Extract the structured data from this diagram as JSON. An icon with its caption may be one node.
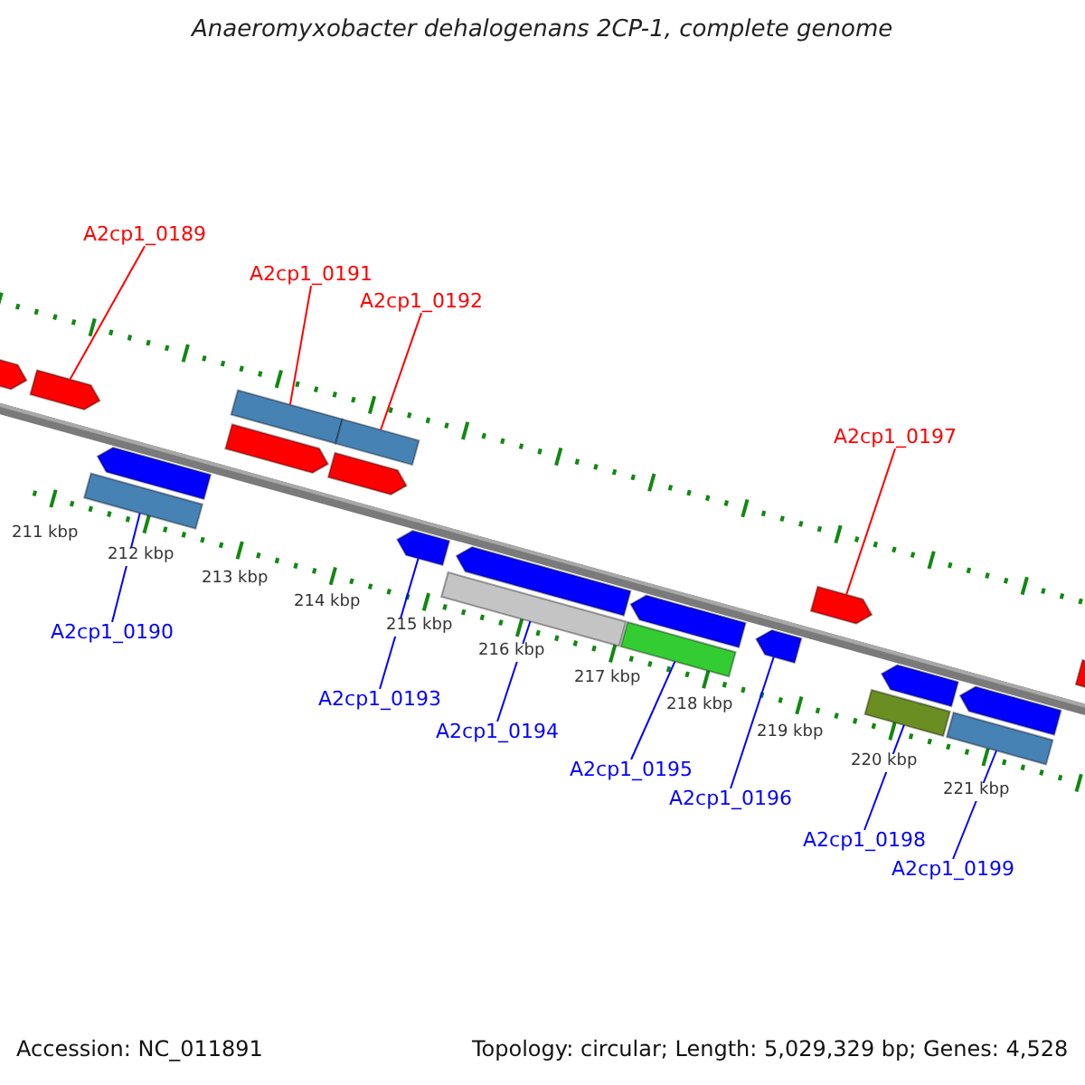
{
  "diagram": {
    "title": "Anaeromyxobacter dehalogenans 2CP-1, complete genome",
    "nodes": [
      {
        "text": [
          "A2cp1_0189"
        ]
      },
      {
        "text": [
          "A2cp1_0191"
        ]
      },
      {
        "text": [
          "A2cp1_0192"
        ]
      },
      {
        "text": [
          "A2cp1_0197"
        ]
      },
      {
        "text": [
          "A2cp1_0190"
        ]
      },
      {
        "text": [
          "A2cp1_0193"
        ]
      },
      {
        "text": [
          "A2cp1_0194"
        ]
      },
      {
        "text": [
          "A2cp1_0195"
        ]
      },
      {
        "text": [
          "A2cp1_0196"
        ]
      },
      {
        "text": [
          "A2cp1_0198"
        ]
      },
      {
        "text": [
          "A2cp1_0199"
        ]
      },
      {
        "text": [],
        "shape": "arrow"
      },
      {
        "text": [],
        "shape": "arrow"
      },
      {
        "text": [],
        "shape": "bar"
      },
      {
        "text": [],
        "shape": "arrow"
      },
      {
        "text": [],
        "shape": "bar"
      },
      {
        "text": [],
        "shape": "arrow"
      },
      {
        "text": [],
        "shape": "arrow"
      },
      {
        "text": [],
        "shape": "bar"
      },
      {
        "text": [],
        "shape": "arrow"
      },
      {
        "text": [],
        "shape": "bar"
      },
      {
        "text": [],
        "shape": "arrow"
      },
      {
        "text": [],
        "shape": "arrow"
      },
      {
        "text": [],
        "shape": "bar"
      },
      {
        "text": [],
        "shape": "arrow"
      },
      {
        "text": [],
        "shape": "arrow"
      },
      {
        "text": [],
        "shape": "bar"
      },
      {
        "text": [],
        "shape": "arrow"
      },
      {
        "text": [],
        "shape": "bar"
      },
      {
        "text": [],
        "shape": "arrow"
      },
      {
        "text": [],
        "shape": "arrow"
      }
    ],
    "edges": [
      {
        "from": 0,
        "to": 12,
        "arrow": "none",
        "color": "#ff0000"
      },
      {
        "from": 1,
        "to": 15,
        "arrow": "none",
        "color": "#ff0000"
      },
      {
        "from": 2,
        "to": 18,
        "arrow": "none",
        "color": "#ff0000"
      },
      {
        "from": 3,
        "to": 25,
        "arrow": "none",
        "color": "#ff0000"
      },
      {
        "from": 4,
        "to": 13,
        "arrow": "none"
      },
      {
        "from": 5,
        "to": 19,
        "arrow": "none"
      },
      {
        "from": 6,
        "to": 20,
        "arrow": "none"
      },
      {
        "from": 7,
        "to": 23,
        "arrow": "none"
      },
      {
        "from": 8,
        "to": 24,
        "arrow": "none"
      },
      {
        "from": 9,
        "to": 26,
        "arrow": "none"
      },
      {
        "from": 10,
        "to": 28,
        "arrow": "none"
      }
    ],
    "labels": [
      "211 kbp",
      "212 kbp",
      "213 kbp",
      "214 kbp",
      "215 kbp",
      "216 kbp",
      "217 kbp",
      "218 kbp",
      "219 kbp",
      "220 kbp",
      "221 kbp",
      "Accession: NC_011891",
      "Topology: circular; Length: 5,029,329 bp; Genes: 4,528"
    ]
  }
}
